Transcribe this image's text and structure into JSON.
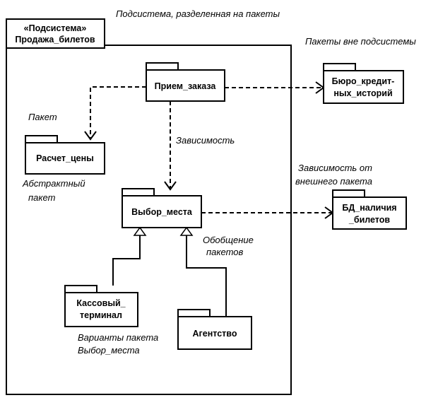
{
  "subsystem": {
    "stereotype": "«Подсистема»",
    "name": "Продажа_билетов"
  },
  "packages": {
    "order": "Прием_заказа",
    "price": "Расчет_цены",
    "seat": "Выбор_места",
    "terminal_line1": "Кассовый_",
    "terminal_line2": "терминал",
    "agency": "Агентство",
    "credit_line1": "Бюро_кредит-",
    "credit_line2": "ных_историй",
    "ticket_db_line1": "БД_наличия",
    "ticket_db_line2": "_билетов"
  },
  "annotations": {
    "subsystem_note": "Подсистема, разделенная на пакеты",
    "outside_packages": "Пакеты вне подсистемы",
    "package": "Пакет",
    "dependency": "Зависимость",
    "abstract_line1": "Абстрактный",
    "abstract_line2": "пакет",
    "external_dep_line1": "Зависимость от",
    "external_dep_line2": "внешнего пакета",
    "generalization_line1": "Обобщение",
    "generalization_line2": "пакетов",
    "variants_line1": "Варианты пакета",
    "variants_line2": "Выбор_места"
  }
}
